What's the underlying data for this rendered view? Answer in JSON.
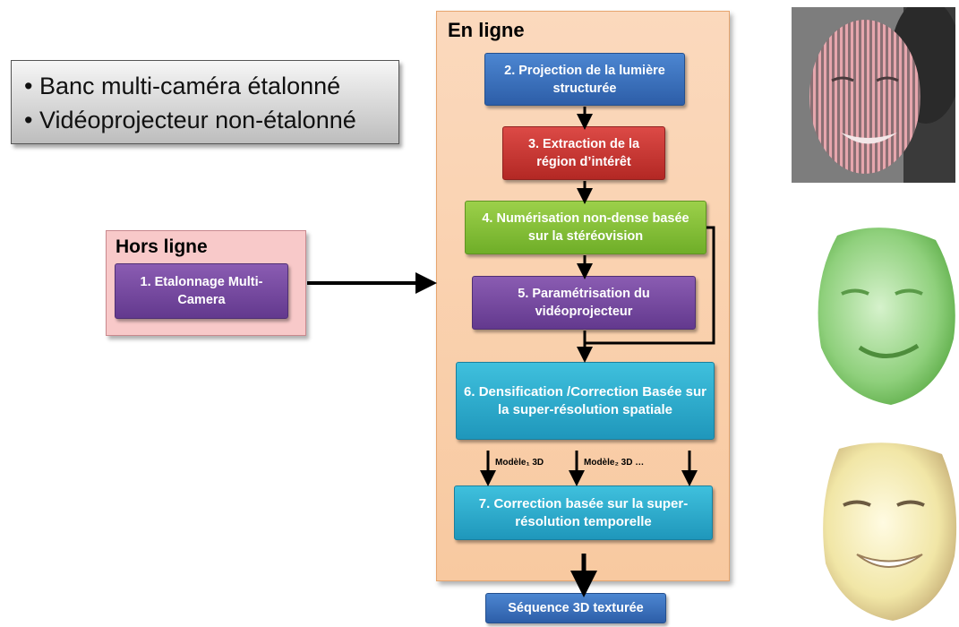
{
  "info_box": {
    "bullets": [
      "Banc multi-caméra étalonné",
      "Vidéoprojecteur non-étalonné"
    ]
  },
  "offline": {
    "title": "Hors ligne",
    "step1": "1. Etalonnage Multi-Camera"
  },
  "online": {
    "title": "En ligne",
    "step2": "2. Projection de la lumière structurée",
    "step3": "3. Extraction de la région d’intérêt",
    "step4": "4. Numérisation non-dense basée sur la stéréovision",
    "step5": "5. Paramétrisation du vidéoprojecteur",
    "step6": "6. Densification /Correction Basée sur la super-résolution spatiale",
    "model1_label": "Modèle₁ 3D",
    "model2_label": "Modèle₂ 3D …",
    "step7": "7. Correction basée sur la super-résolution temporelle"
  },
  "output": {
    "label": "Séquence 3D texturée"
  },
  "colors": {
    "step2": "#3a6fbd",
    "step3": "#c8342f",
    "step4": "#86c03a",
    "step5": "#774aa0",
    "step6": "#2badcf",
    "step7": "#2badcf",
    "offline_bg": "#f8c9c9",
    "online_bg": "#f9cfaa"
  }
}
